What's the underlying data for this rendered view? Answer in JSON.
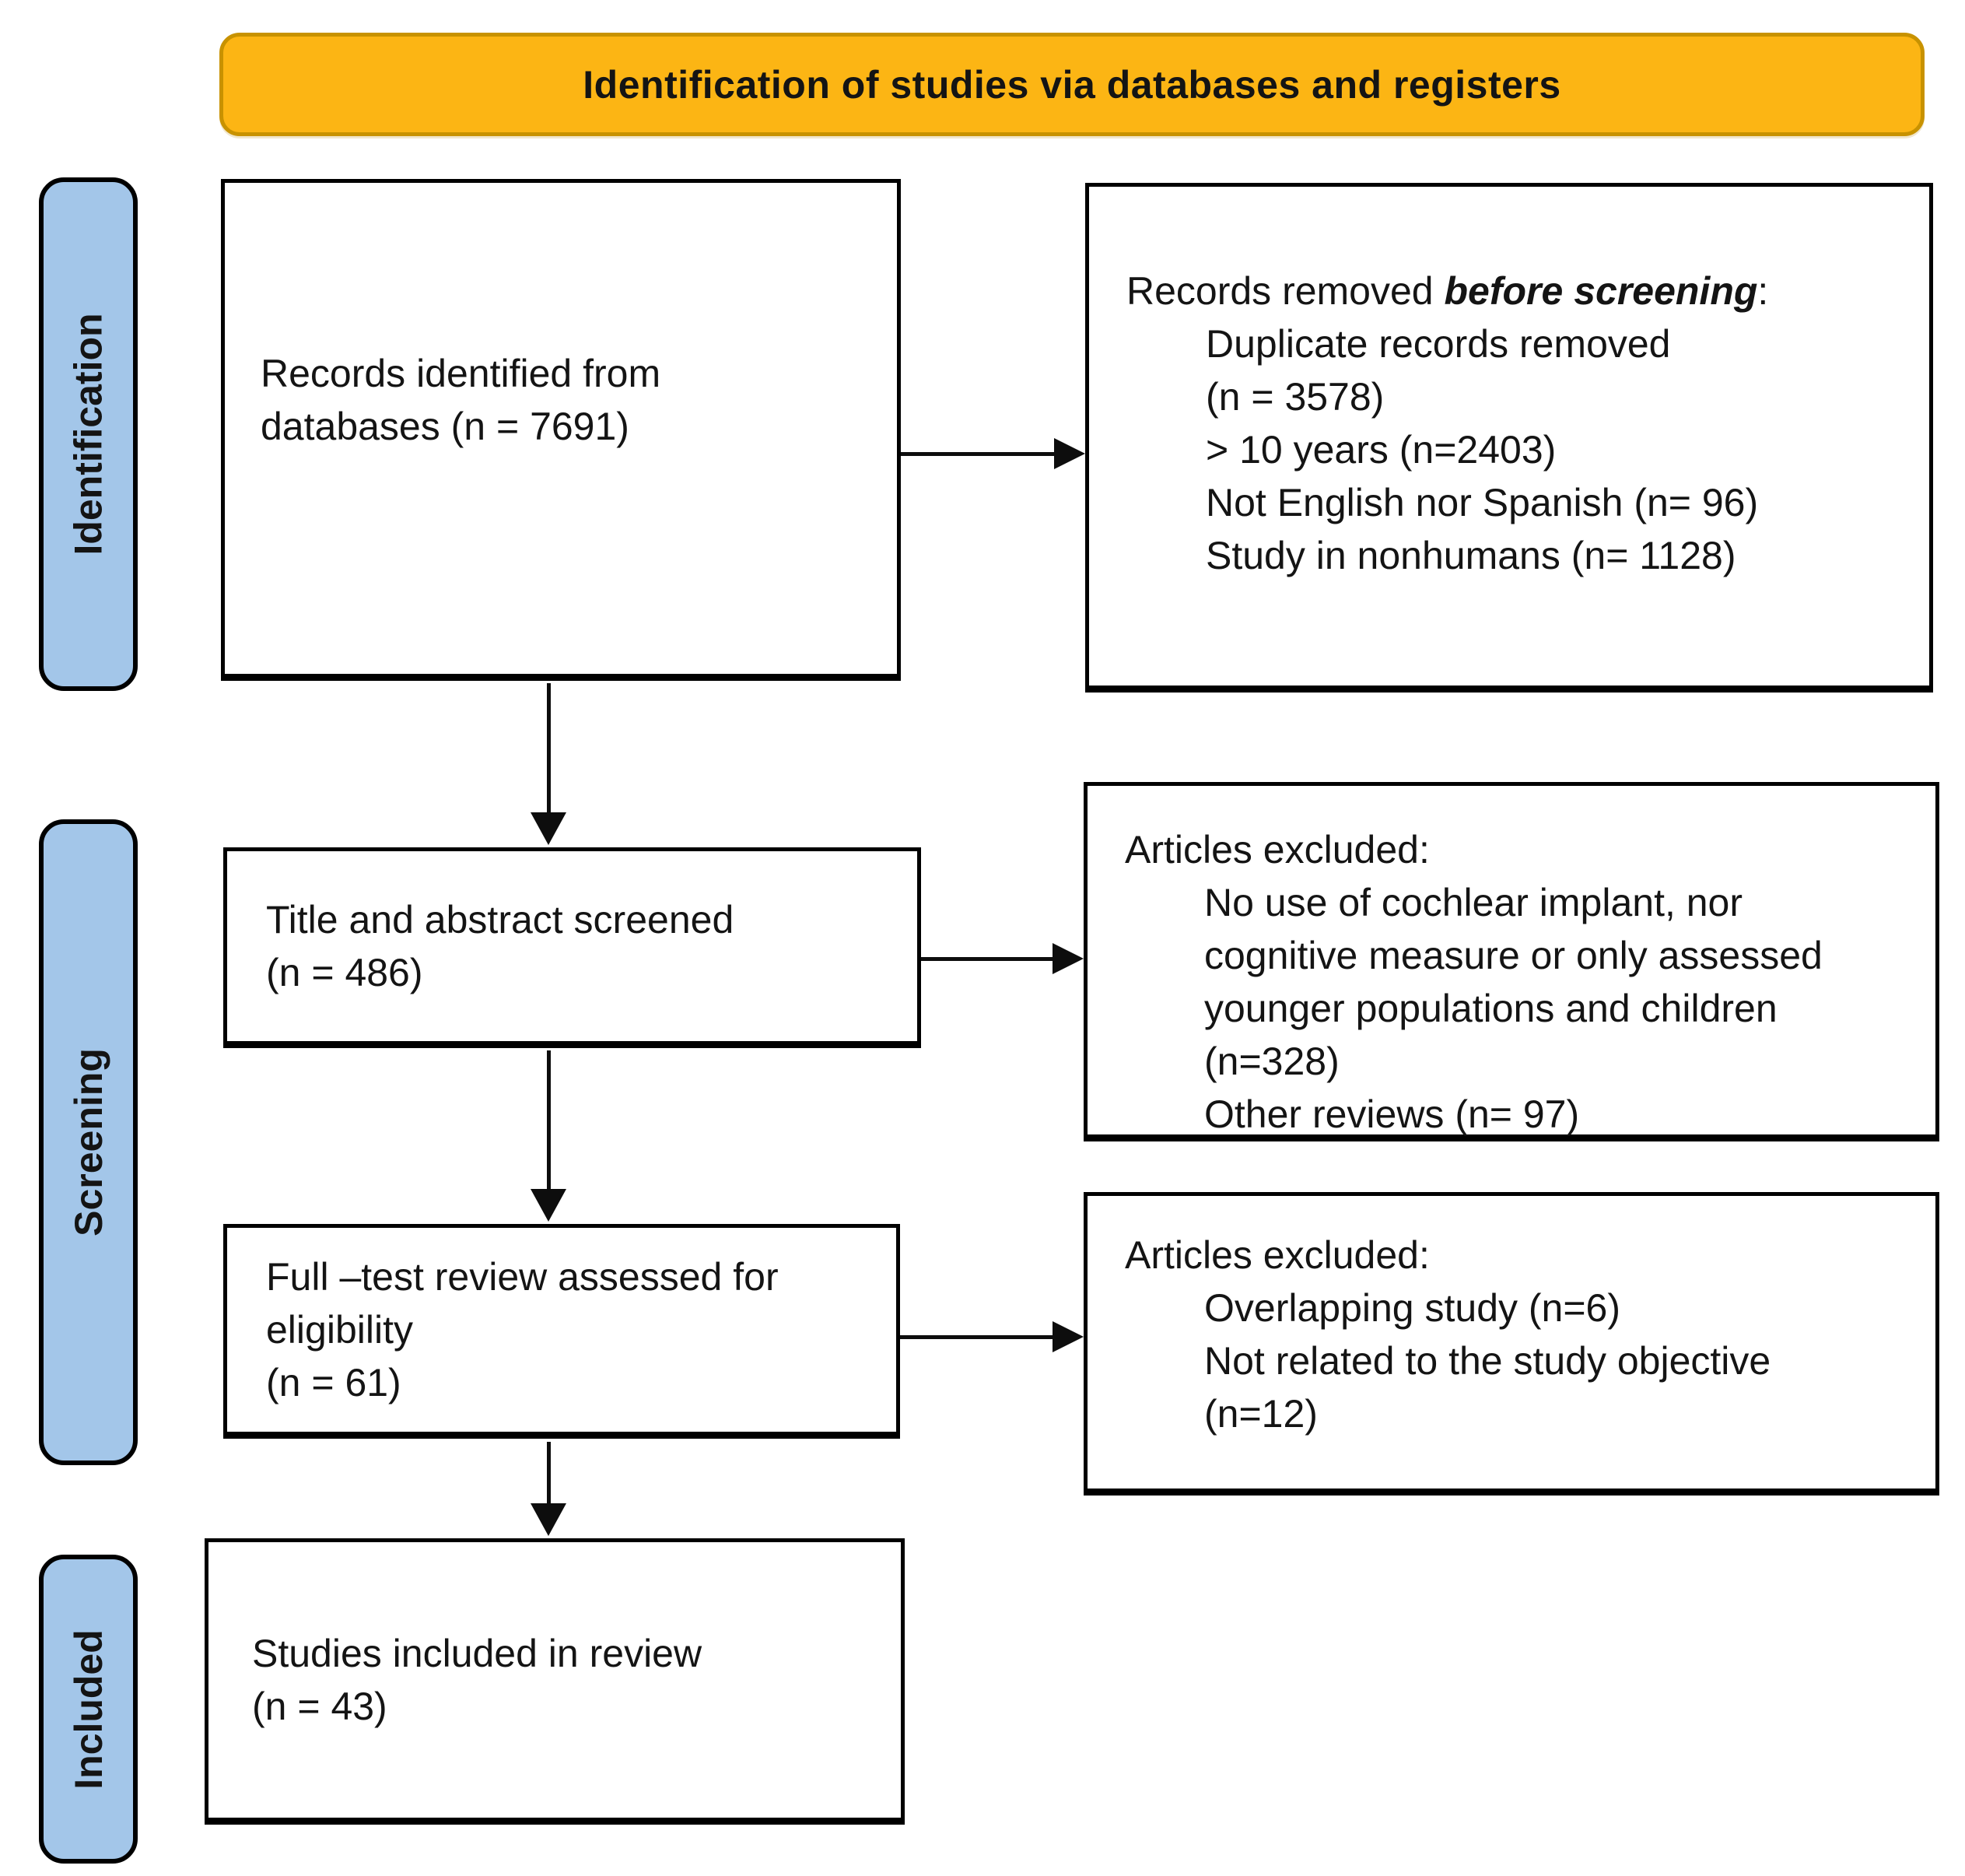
{
  "banner": {
    "title": "Identification of studies via databases and registers"
  },
  "sidebar": {
    "identification": "Identification",
    "screening": "Screening",
    "included": "Included"
  },
  "colors": {
    "banner_fill": "#FCB514",
    "banner_border": "#C89200",
    "sidebar_fill": "#A3C6E9",
    "box_border": "#000000",
    "arrow": "#0D0D0D"
  },
  "boxes": {
    "records_identified": {
      "line1": "Records identified from",
      "line2": "databases (n = 7691)"
    },
    "records_removed": {
      "title_prefix": "Records removed ",
      "title_emphasis": "before screening",
      "title_suffix": ":",
      "item1": "Duplicate records removed",
      "item2": "(n = 3578)",
      "item3": "> 10 years (n=2403)",
      "item4": "Not English nor Spanish (n= 96)",
      "item5": "Study in nonhumans (n= 1128)"
    },
    "title_abstract_screened": {
      "line1": "Title and abstract screened",
      "line2": "(n = 486)"
    },
    "articles_excluded_screening": {
      "title": "Articles excluded:",
      "item1_line1": "No use of cochlear implant, nor",
      "item1_line2": "cognitive measure or only assessed",
      "item1_line3": "younger populations and children",
      "item1_line4": "(n=328)",
      "item2": "Other reviews (n= 97)"
    },
    "fulltext_review": {
      "line1": "Full –test review assessed for",
      "line2": "eligibility",
      "line3": "(n = 61)"
    },
    "articles_excluded_fulltext": {
      "title": "Articles excluded:",
      "item1": "Overlapping study (n=6)",
      "item2_line1": "Not related to the study objective",
      "item2_line2": "(n=12)"
    },
    "studies_included": {
      "line1": "Studies included in review",
      "line2": "(n = 43)"
    }
  }
}
